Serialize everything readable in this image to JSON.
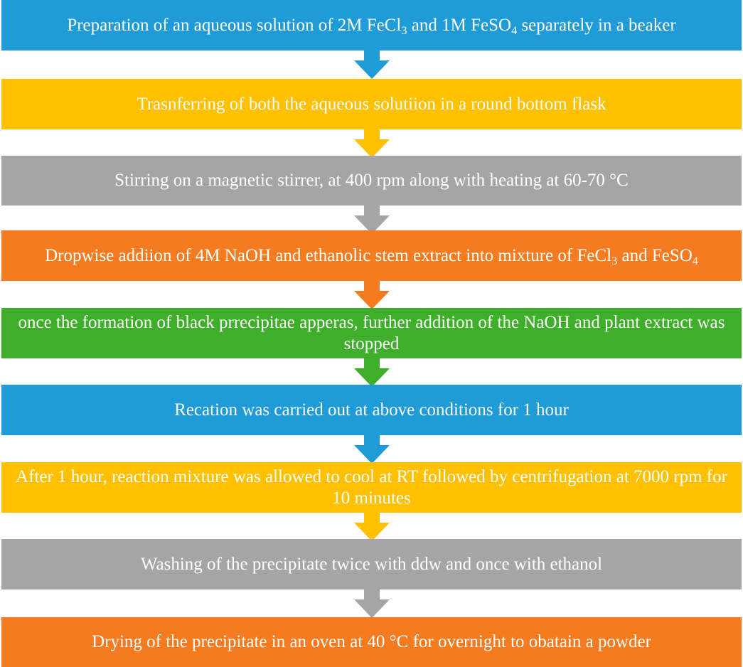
{
  "colors": {
    "blue": "#1f9bd7",
    "yellow": "#ffc000",
    "gray": "#a5a5a5",
    "orange": "#f47b20",
    "green": "#3fae2a"
  },
  "steps": [
    {
      "color": "#1f9bd7",
      "parts": [
        "Preparation of an aqueous solution of 2M FeCl",
        "3",
        " and 1M FeSO",
        "4",
        " separately in a beaker"
      ]
    },
    {
      "color": "#ffc000",
      "text": "Trasnferring of both the aqueous solutiion in a round bottom flask"
    },
    {
      "color": "#a5a5a5",
      "text": "Stirring on a magnetic stirrer, at 400 rpm along with heating at 60-70 °C"
    },
    {
      "color": "#f47b20",
      "parts": [
        "Dropwise addiion of 4M NaOH and ethanolic stem extract into mixture of FeCl",
        "3",
        " and FeSO",
        "4"
      ]
    },
    {
      "color": "#3fae2a",
      "text": "once the formation of black prrecipitae apperas, further addition of the NaOH and plant extract was stopped"
    },
    {
      "color": "#1f9bd7",
      "text": "Recation was carried out at above conditions for 1 hour"
    },
    {
      "color": "#ffc000",
      "text": "After 1 hour, reaction mixture was allowed to cool at RT followed by centrifugation at 7000 rpm for 10 minutes"
    },
    {
      "color": "#a5a5a5",
      "text": "Washing of the precipitate twice with ddw and once with ethanol"
    },
    {
      "color": "#f47b20",
      "text": "Drying of the precipitate in an oven at 40 °C for overnight to obatain a powder"
    }
  ]
}
